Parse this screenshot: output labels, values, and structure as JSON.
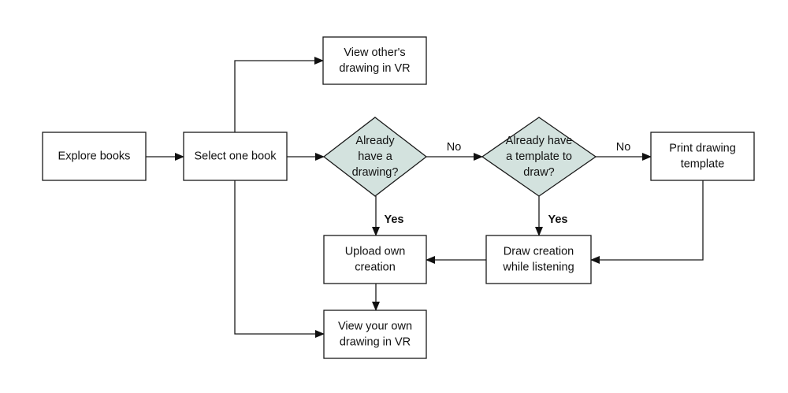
{
  "diagram": {
    "type": "flowchart",
    "colors": {
      "decision_fill": "#d3e2de",
      "stroke": "#1a1a1a",
      "yes_label": "#6b9263",
      "no_label": "#111111"
    },
    "nodes": [
      {
        "id": "explore",
        "shape": "process",
        "lines": [
          "Explore books"
        ]
      },
      {
        "id": "select",
        "shape": "process",
        "lines": [
          "Select one book"
        ]
      },
      {
        "id": "view_others",
        "shape": "process",
        "lines": [
          "View other's",
          "drawing in VR"
        ]
      },
      {
        "id": "have_drawing",
        "shape": "decision",
        "lines": [
          "Already",
          "have a",
          "drawing?"
        ]
      },
      {
        "id": "have_template",
        "shape": "decision",
        "lines": [
          "Already have",
          "a template to",
          "draw?"
        ]
      },
      {
        "id": "print_template",
        "shape": "process",
        "lines": [
          "Print drawing",
          "template"
        ]
      },
      {
        "id": "upload",
        "shape": "process",
        "lines": [
          "Upload own",
          "creation"
        ]
      },
      {
        "id": "draw_creation",
        "shape": "process",
        "lines": [
          "Draw creation",
          "while listening"
        ]
      },
      {
        "id": "view_own",
        "shape": "process",
        "lines": [
          "View your own",
          "drawing in VR"
        ]
      }
    ],
    "edges": [
      {
        "from": "explore",
        "to": "select",
        "label": ""
      },
      {
        "from": "select",
        "to": "view_others",
        "label": ""
      },
      {
        "from": "select",
        "to": "have_drawing",
        "label": ""
      },
      {
        "from": "select",
        "to": "view_own",
        "label": ""
      },
      {
        "from": "have_drawing",
        "to": "have_template",
        "label": "No",
        "kind": "no"
      },
      {
        "from": "have_drawing",
        "to": "upload",
        "label": "Yes",
        "kind": "yes"
      },
      {
        "from": "have_template",
        "to": "print_template",
        "label": "No",
        "kind": "no"
      },
      {
        "from": "have_template",
        "to": "draw_creation",
        "label": "Yes",
        "kind": "yes"
      },
      {
        "from": "print_template",
        "to": "draw_creation",
        "label": ""
      },
      {
        "from": "draw_creation",
        "to": "upload",
        "label": ""
      },
      {
        "from": "upload",
        "to": "view_own",
        "label": ""
      }
    ]
  }
}
